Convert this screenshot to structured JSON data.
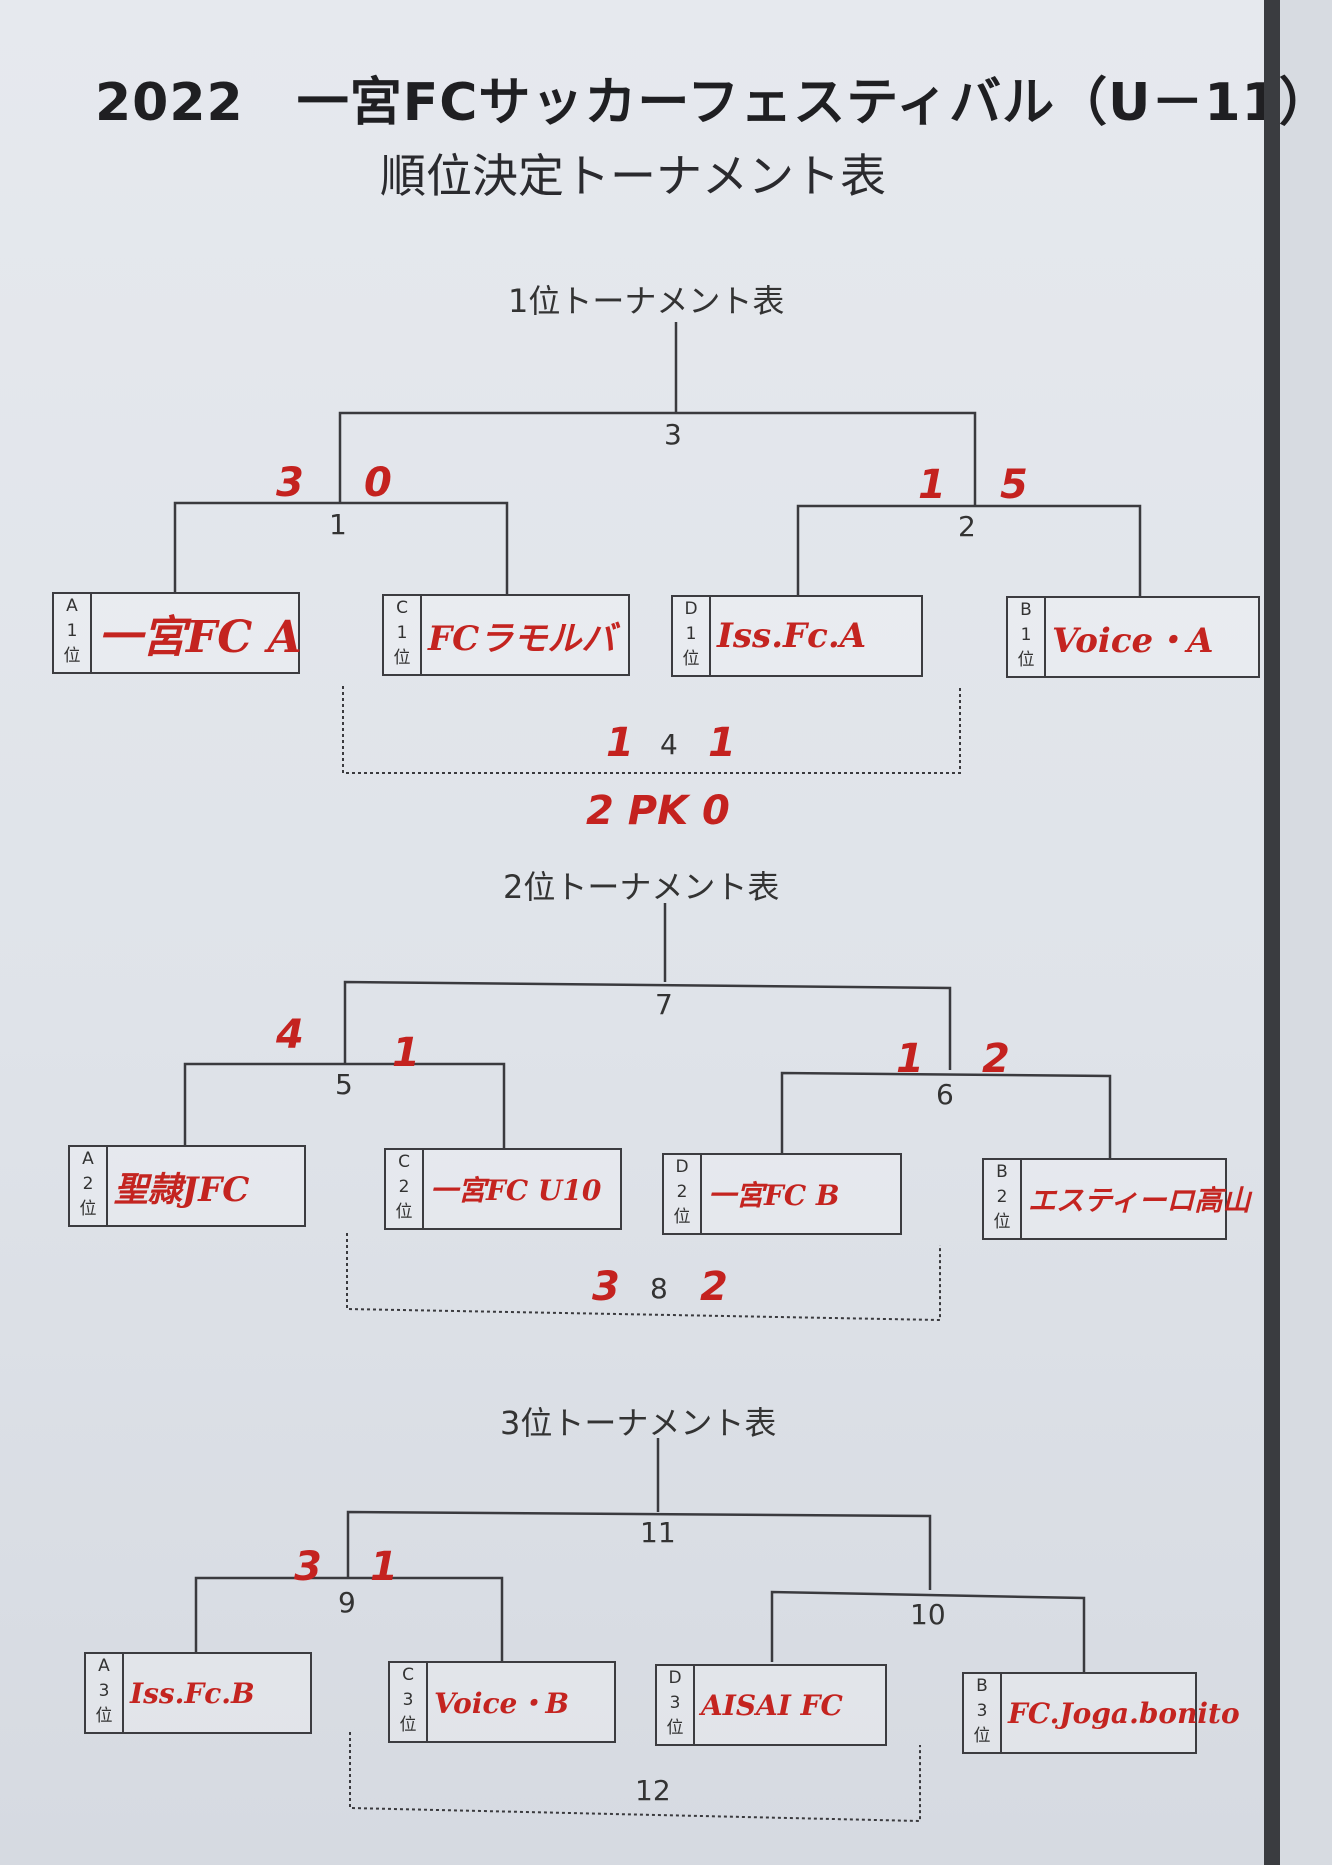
{
  "document": {
    "title": "2022　一宮FCサッカーフェスティバル（U－11）",
    "subtitle": "順位決定トーナメント表"
  },
  "sections": [
    {
      "title": "1位トーナメント表",
      "final_match": "3",
      "semi_left_match": "1",
      "semi_right_match": "2",
      "third_place_match": "4",
      "scores": {
        "left_a": "3",
        "left_b": "0",
        "right_a": "1",
        "right_b": "5",
        "third_a": "1",
        "third_b": "1",
        "third_pk": "2 PK 0"
      },
      "teams": [
        {
          "group": "A",
          "rank": "1",
          "rank_label": "位",
          "name": "一宮FC A"
        },
        {
          "group": "C",
          "rank": "1",
          "rank_label": "位",
          "name": "FCラモルバ"
        },
        {
          "group": "D",
          "rank": "1",
          "rank_label": "位",
          "name": "Iss.Fc.A"
        },
        {
          "group": "B",
          "rank": "1",
          "rank_label": "位",
          "name": "Voice・A"
        }
      ]
    },
    {
      "title": "2位トーナメント表",
      "final_match": "7",
      "semi_left_match": "5",
      "semi_right_match": "6",
      "third_place_match": "8",
      "scores": {
        "left_a": "4",
        "left_b": "1",
        "right_a": "1",
        "right_b": "2",
        "third_a": "3",
        "third_b": "2"
      },
      "teams": [
        {
          "group": "A",
          "rank": "2",
          "rank_label": "位",
          "name": "聖隷JFC"
        },
        {
          "group": "C",
          "rank": "2",
          "rank_label": "位",
          "name": "一宮FC U10"
        },
        {
          "group": "D",
          "rank": "2",
          "rank_label": "位",
          "name": "一宮FC B"
        },
        {
          "group": "B",
          "rank": "2",
          "rank_label": "位",
          "name": "エスティーロ高山"
        }
      ]
    },
    {
      "title": "3位トーナメント表",
      "final_match": "11",
      "semi_left_match": "9",
      "semi_right_match": "10",
      "third_place_match": "12",
      "scores": {
        "left_a": "3",
        "left_b": "1"
      },
      "teams": [
        {
          "group": "A",
          "rank": "3",
          "rank_label": "位",
          "name": "Iss.Fc.B"
        },
        {
          "group": "C",
          "rank": "3",
          "rank_label": "位",
          "name": "Voice・B"
        },
        {
          "group": "D",
          "rank": "3",
          "rank_label": "位",
          "name": "AISAI FC"
        },
        {
          "group": "B",
          "rank": "3",
          "rank_label": "位",
          "name": "FC.Joga.bonito"
        }
      ]
    }
  ],
  "colors": {
    "handwriting": "#c4221f",
    "print": "#333333",
    "paper": "#e3e6eb"
  }
}
